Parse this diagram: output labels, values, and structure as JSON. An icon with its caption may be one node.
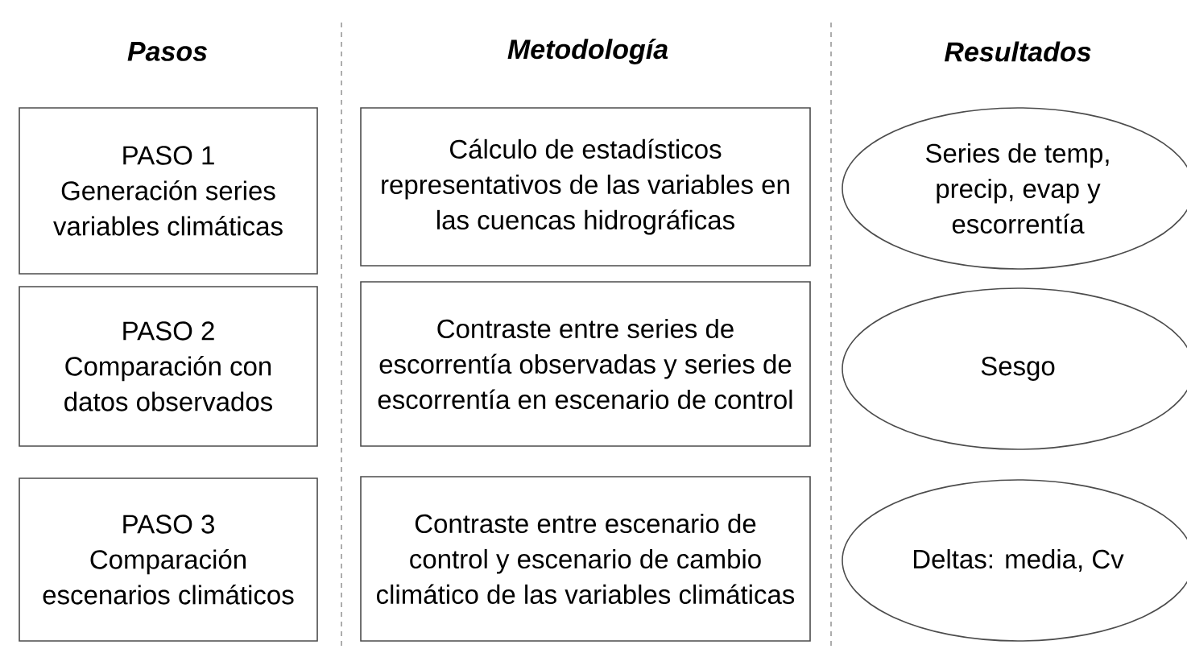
{
  "diagram": {
    "nodes": [
      {
        "text": [
          "PASO 1",
          "Generación series variables climáticas"
        ]
      },
      {
        "text": [
          "Cálculo de estadísticos representativos de las variables en las cuencas hidrográficas"
        ]
      },
      {
        "text": [
          "Series de temp, precip, evap y escorrentía"
        ]
      },
      {
        "text": [
          "PASO 2",
          "Comparación con datos observados"
        ]
      },
      {
        "text": [
          "Contraste entre series de escorrentía observadas y series de escorrentía en escenario de control"
        ]
      },
      {
        "text": [
          "Sesgo"
        ]
      },
      {
        "text": [
          "PASO 3",
          "Comparación escenarios climáticos"
        ]
      },
      {
        "text": [
          "Contraste entre escenario de control y escenario de cambio climático de las variables climáticas"
        ]
      },
      {
        "text": [
          "Deltas: media, Cv"
        ]
      }
    ],
    "labels": [
      "Pasos",
      "Metodología",
      "Resultados"
    ]
  }
}
